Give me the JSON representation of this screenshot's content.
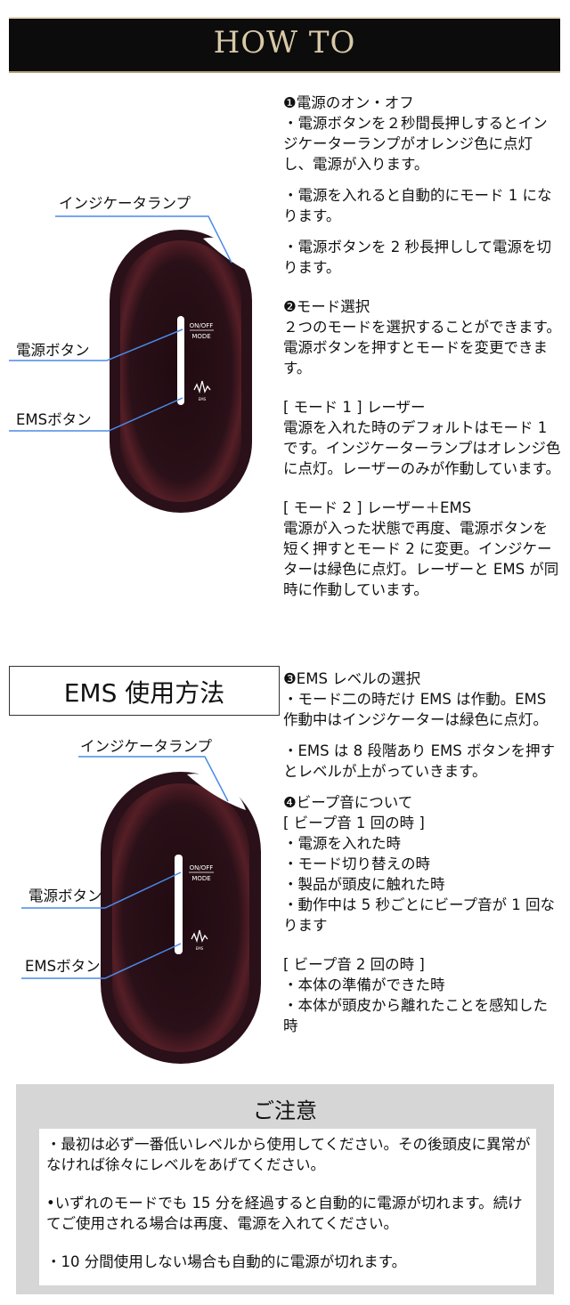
{
  "header": {
    "title": "HOW TO"
  },
  "device": {
    "button_label_top": "ON/OFF",
    "button_label_bottom": "MODE",
    "ems_mark": "EMS",
    "colors": {
      "body": "#2a1018",
      "glow": "#6a2a30",
      "lamp": "#ffffff",
      "leader": "#4a8ae8"
    }
  },
  "figure1": {
    "lamp_label": "インジケータランプ",
    "power_label": "電源ボタン",
    "ems_label": "EMSボタン"
  },
  "section1": {
    "heading": "❶電源のオン・オフ",
    "p1": "・電源ボタンを２秒間長押しするとインジケーターランプがオレンジ色に点灯し、電源が入ります。",
    "p2": "・電源を入れると自動的にモード 1 になります。",
    "p3": "・電源ボタンを 2 秒長押しして電源を切ります。"
  },
  "section2": {
    "heading": "❷モード選択",
    "p1": " ２つのモードを選択することができます。電源ボタンを押すとモードを変更できます。",
    "mode1_title": "[ モード 1 ] レーザー",
    "mode1_text": "電源を入れた時のデフォルトはモード 1 です。インジケーターランプはオレンジ色に点灯。レーザーのみが作動しています。",
    "mode2_title": "[ モード 2 ] レーザー＋EMS",
    "mode2_text": "電源が入った状態で再度、電源ボタンを短く押すとモード 2 に変更。インジケーターは緑色に点灯。レーザーと EMS が同時に作動しています。"
  },
  "ems_box": {
    "title": "EMS 使用方法"
  },
  "figure2": {
    "lamp_label": "インジケータランプ",
    "power_label": "電源ボタン",
    "ems_label": "EMSボタン"
  },
  "section3": {
    "heading": "❸EMS レベルの選択",
    "p1": "・モード二の時だけ EMS は作動。EMS 作動中はインジケーターは緑色に点灯。",
    "p2": "・EMS は 8 段階あり EMS ボタンを押すとレベルが上がっていきます。"
  },
  "section4": {
    "heading": "❹ビープ音について",
    "once_title": "[ ビープ音 1 回の時 ]",
    "once_items": [
      "・電源を入れた時",
      "・モード切り替えの時",
      "・製品が頭皮に触れた時",
      "・動作中は 5 秒ごとにビープ音が 1 回なります"
    ],
    "twice_title": "[ ビープ音 2 回の時 ]",
    "twice_items": [
      "・本体の準備ができた時",
      "・本体が頭皮から離れたことを感知した時"
    ]
  },
  "notice": {
    "title": "ご注意",
    "items": [
      "・最初は必ず一番低いレベルから使用してください。その後頭皮に異常がなければ徐々にレベルをあげてください。",
      "•いずれのモードでも 15 分を経過すると自動的に電源が切れます。続けてご使用される場合は再度、電源を入れてください。",
      "・10 分間使用しない場合も自動的に電源が切れます。"
    ]
  }
}
